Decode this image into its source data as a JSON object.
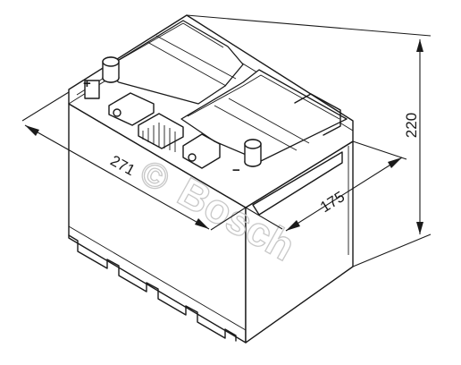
{
  "dimensions": {
    "length": "271",
    "width": "175",
    "height": "220"
  },
  "terminals": {
    "positive": "+",
    "negative": "−"
  },
  "watermark": {
    "copyright": "©",
    "brand": "Bosch"
  }
}
